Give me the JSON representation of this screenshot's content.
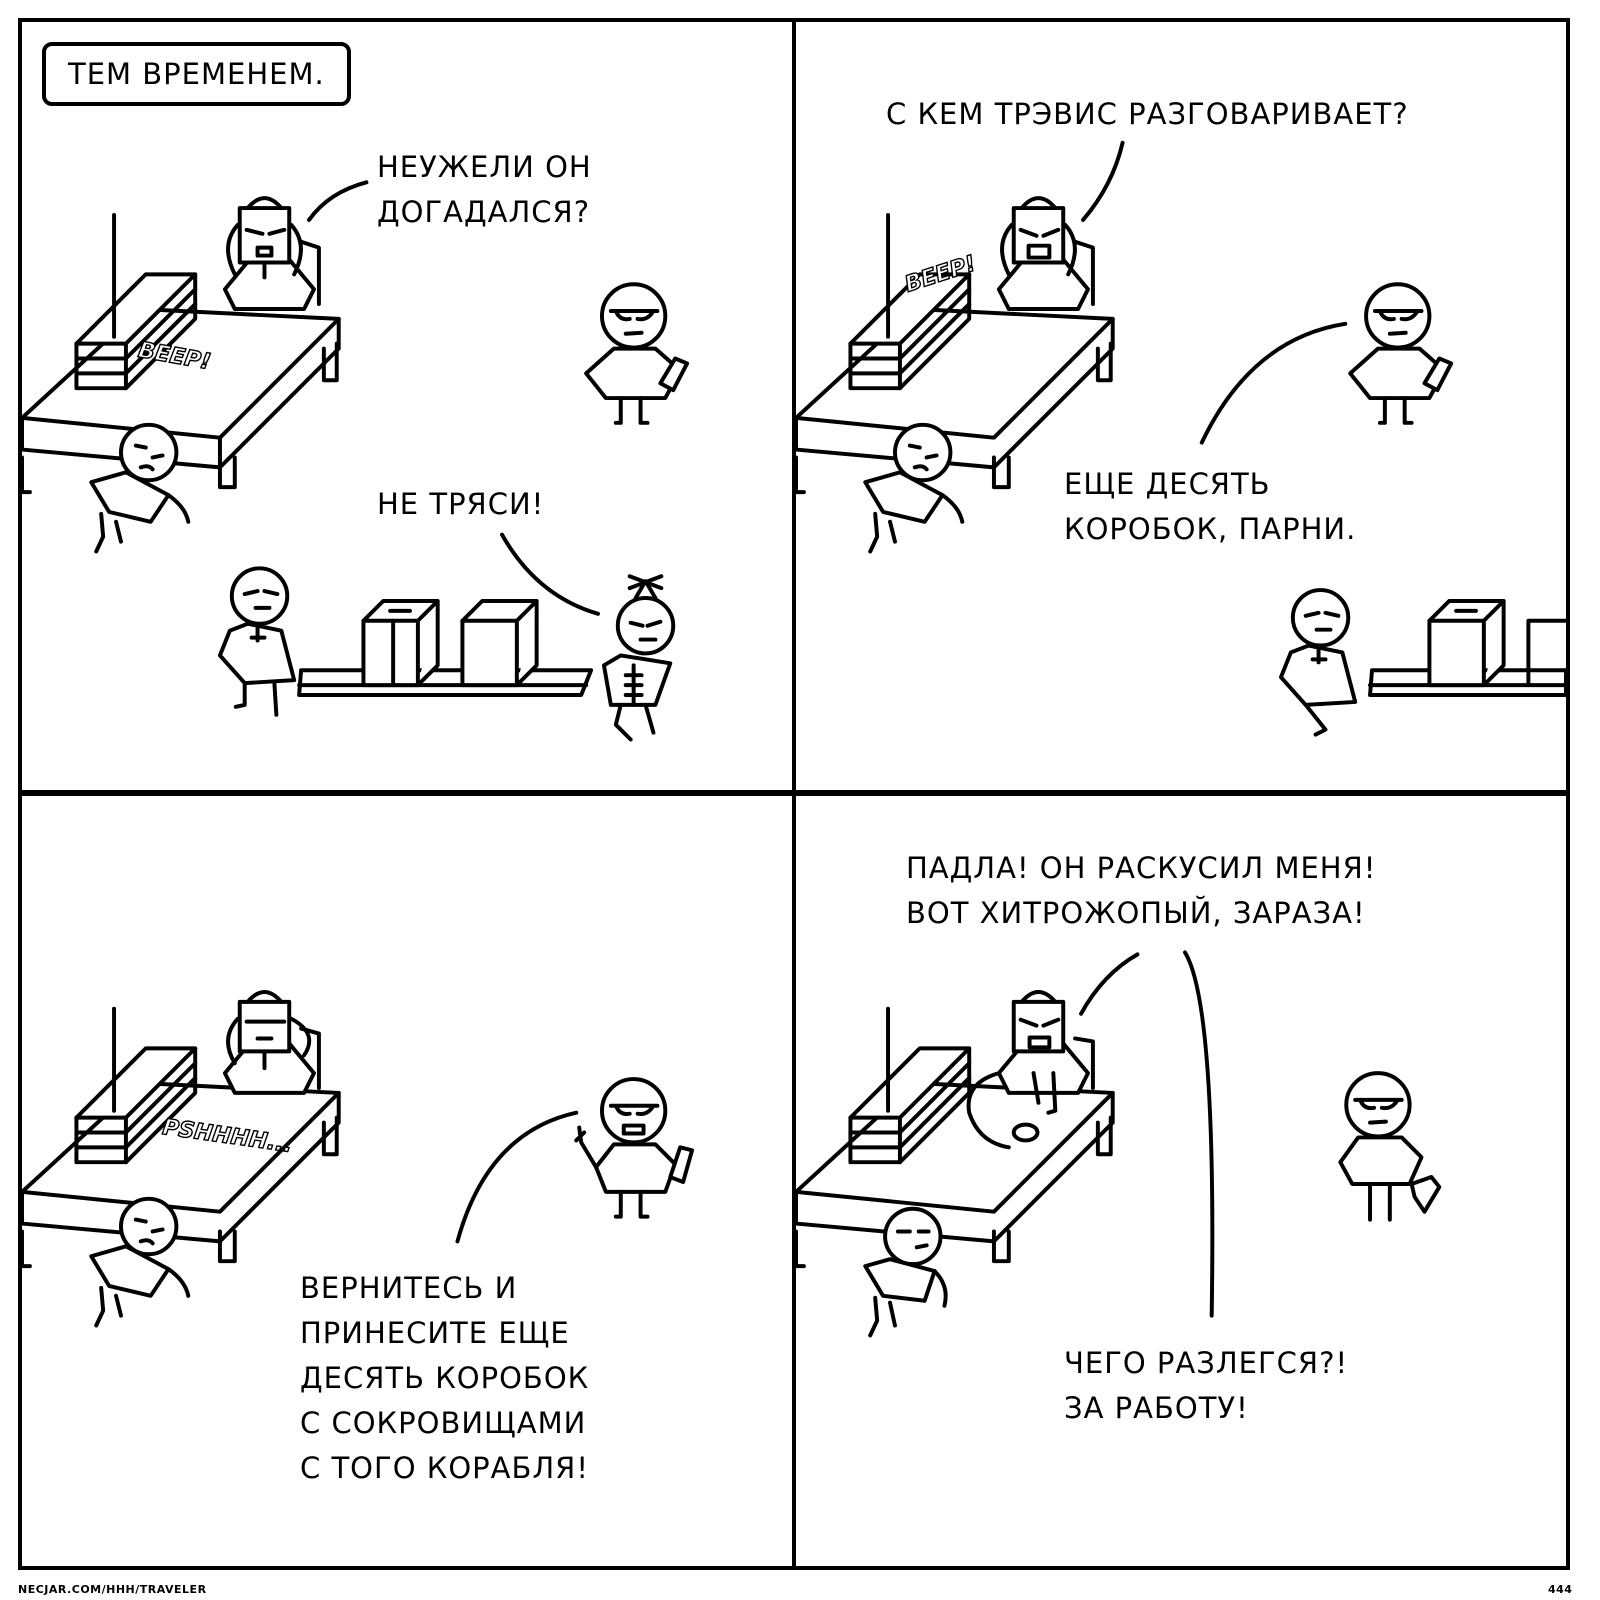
{
  "panel1": {
    "caption": "ТЕМ ВРЕМЕНЕМ.",
    "speech_top": "НЕУЖЕЛИ ОН\nДОГАДАЛСЯ?",
    "speech_bottom": "НЕ ТРЯСИ!",
    "sfx": "BEEP!"
  },
  "panel2": {
    "speech_top": "С КЕМ ТРЭВИС РАЗГОВАРИВАЕТ?",
    "speech_bottom": "ЕЩЕ ДЕСЯТЬ\nКОРОБОК, ПАРНИ.",
    "sfx": "BEEP!"
  },
  "panel3": {
    "speech": "ВЕРНИТЕСЬ И\nПРИНЕСИТЕ ЕЩЕ\nДЕСЯТЬ КОРОБОК\nС СОКРОВИЩАМИ\nС ТОГО КОРАБЛЯ!",
    "sfx": "PSHHHH..."
  },
  "panel4": {
    "speech_top": "ПАДЛА! ОН РАСКУСИЛ МЕНЯ!\nВОТ ХИТРОЖОПЫЙ, ЗАРАЗА!",
    "speech_bottom": "ЧЕГО РАЗЛЕГСЯ?!\nЗА РАБОТУ!"
  },
  "footer": {
    "credit": "NECJAR.COM/HHH/TRAVELER",
    "page_number": "444"
  }
}
